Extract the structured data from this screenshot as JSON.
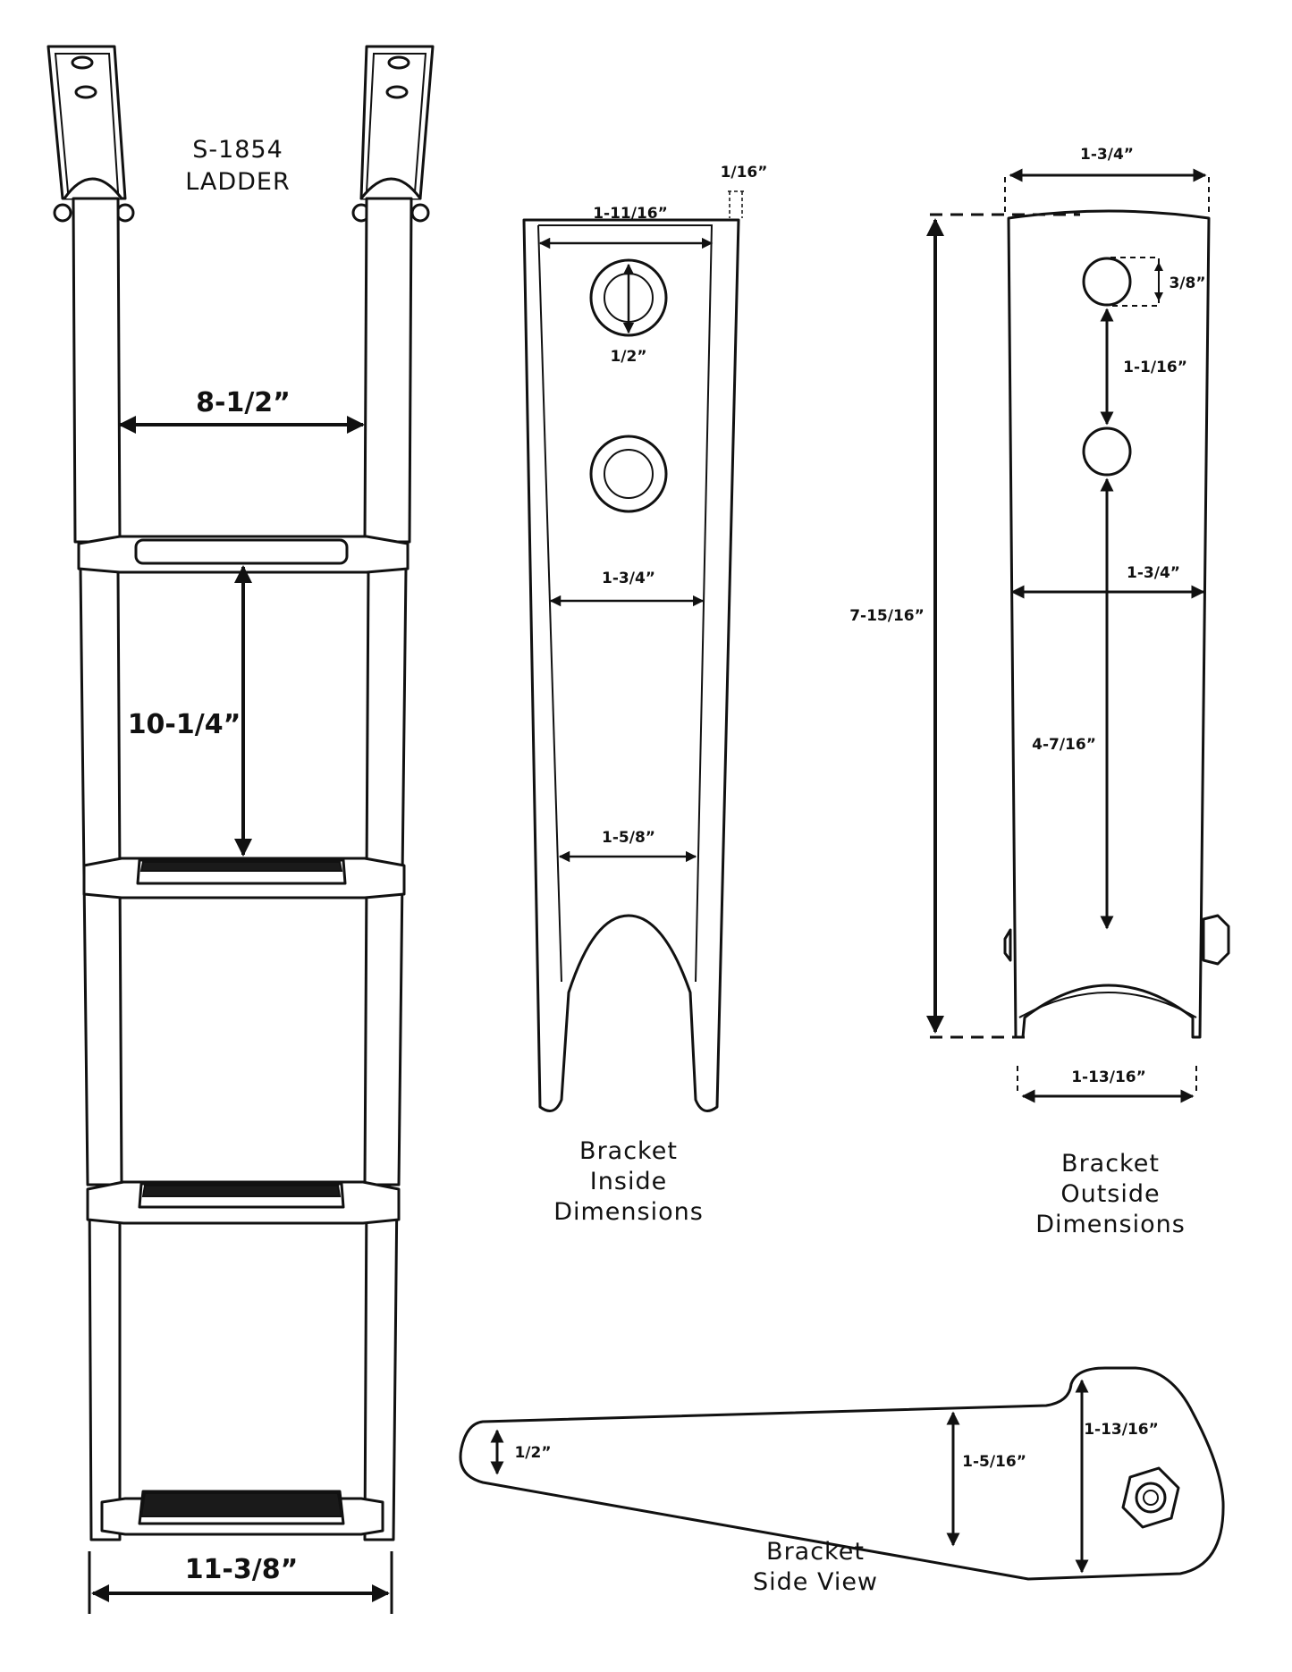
{
  "ladder": {
    "model": "S-1854",
    "name": "LADDER",
    "rung_spacing_label": "8-1/2”",
    "step_spacing_label": "10-1/4”",
    "bottom_width_label": "11-3/8”"
  },
  "bracket_inside": {
    "caption": [
      "Bracket",
      "Inside",
      "Dimensions"
    ],
    "wall_thickness_label": "1/16”",
    "top_width_label": "1-11/16”",
    "hole_label": "1/2”",
    "mid_width_label": "1-3/4”",
    "lower_width_label": "1-5/8”"
  },
  "bracket_outside": {
    "caption": [
      "Bracket",
      "Outside",
      "Dimensions"
    ],
    "top_width_label": "1-3/4”",
    "hole_label": "3/8”",
    "hole_spacing_label": "1-1/16”",
    "height_label": "7-15/16”",
    "mid_width_label": "1-3/4”",
    "hole_to_base_label": "4-7/16”",
    "bottom_width_label": "1-13/16”"
  },
  "bracket_side": {
    "caption": [
      "Bracket",
      "Side View"
    ],
    "tip_label": "1/2”",
    "middle_label": "1-5/16”",
    "end_label": "1-13/16”"
  },
  "colors": {
    "line": "#111111",
    "background": "#ffffff",
    "tread": "#1a1a1a"
  }
}
